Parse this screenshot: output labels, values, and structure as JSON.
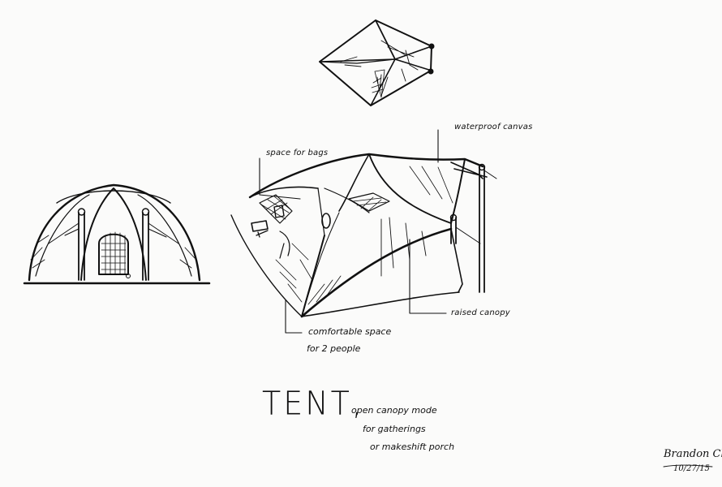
{
  "annotations": {
    "space_for_bags": "space for bags",
    "waterproof_canvas": "waterproof canvas",
    "raised_canopy": "raised canopy",
    "comfortable_space_line1": "comfortable space",
    "comfortable_space_line2": "for 2 people"
  },
  "title": {
    "main": "TENT,",
    "subtitle_line1": "open canopy mode",
    "subtitle_line2": "for gatherings",
    "subtitle_line3": "or makeshift porch"
  },
  "signature": {
    "name": "Brandon Chen",
    "date": "10/27/15"
  },
  "colors": {
    "ink": "#111111",
    "paper": "#fbfbfa"
  }
}
